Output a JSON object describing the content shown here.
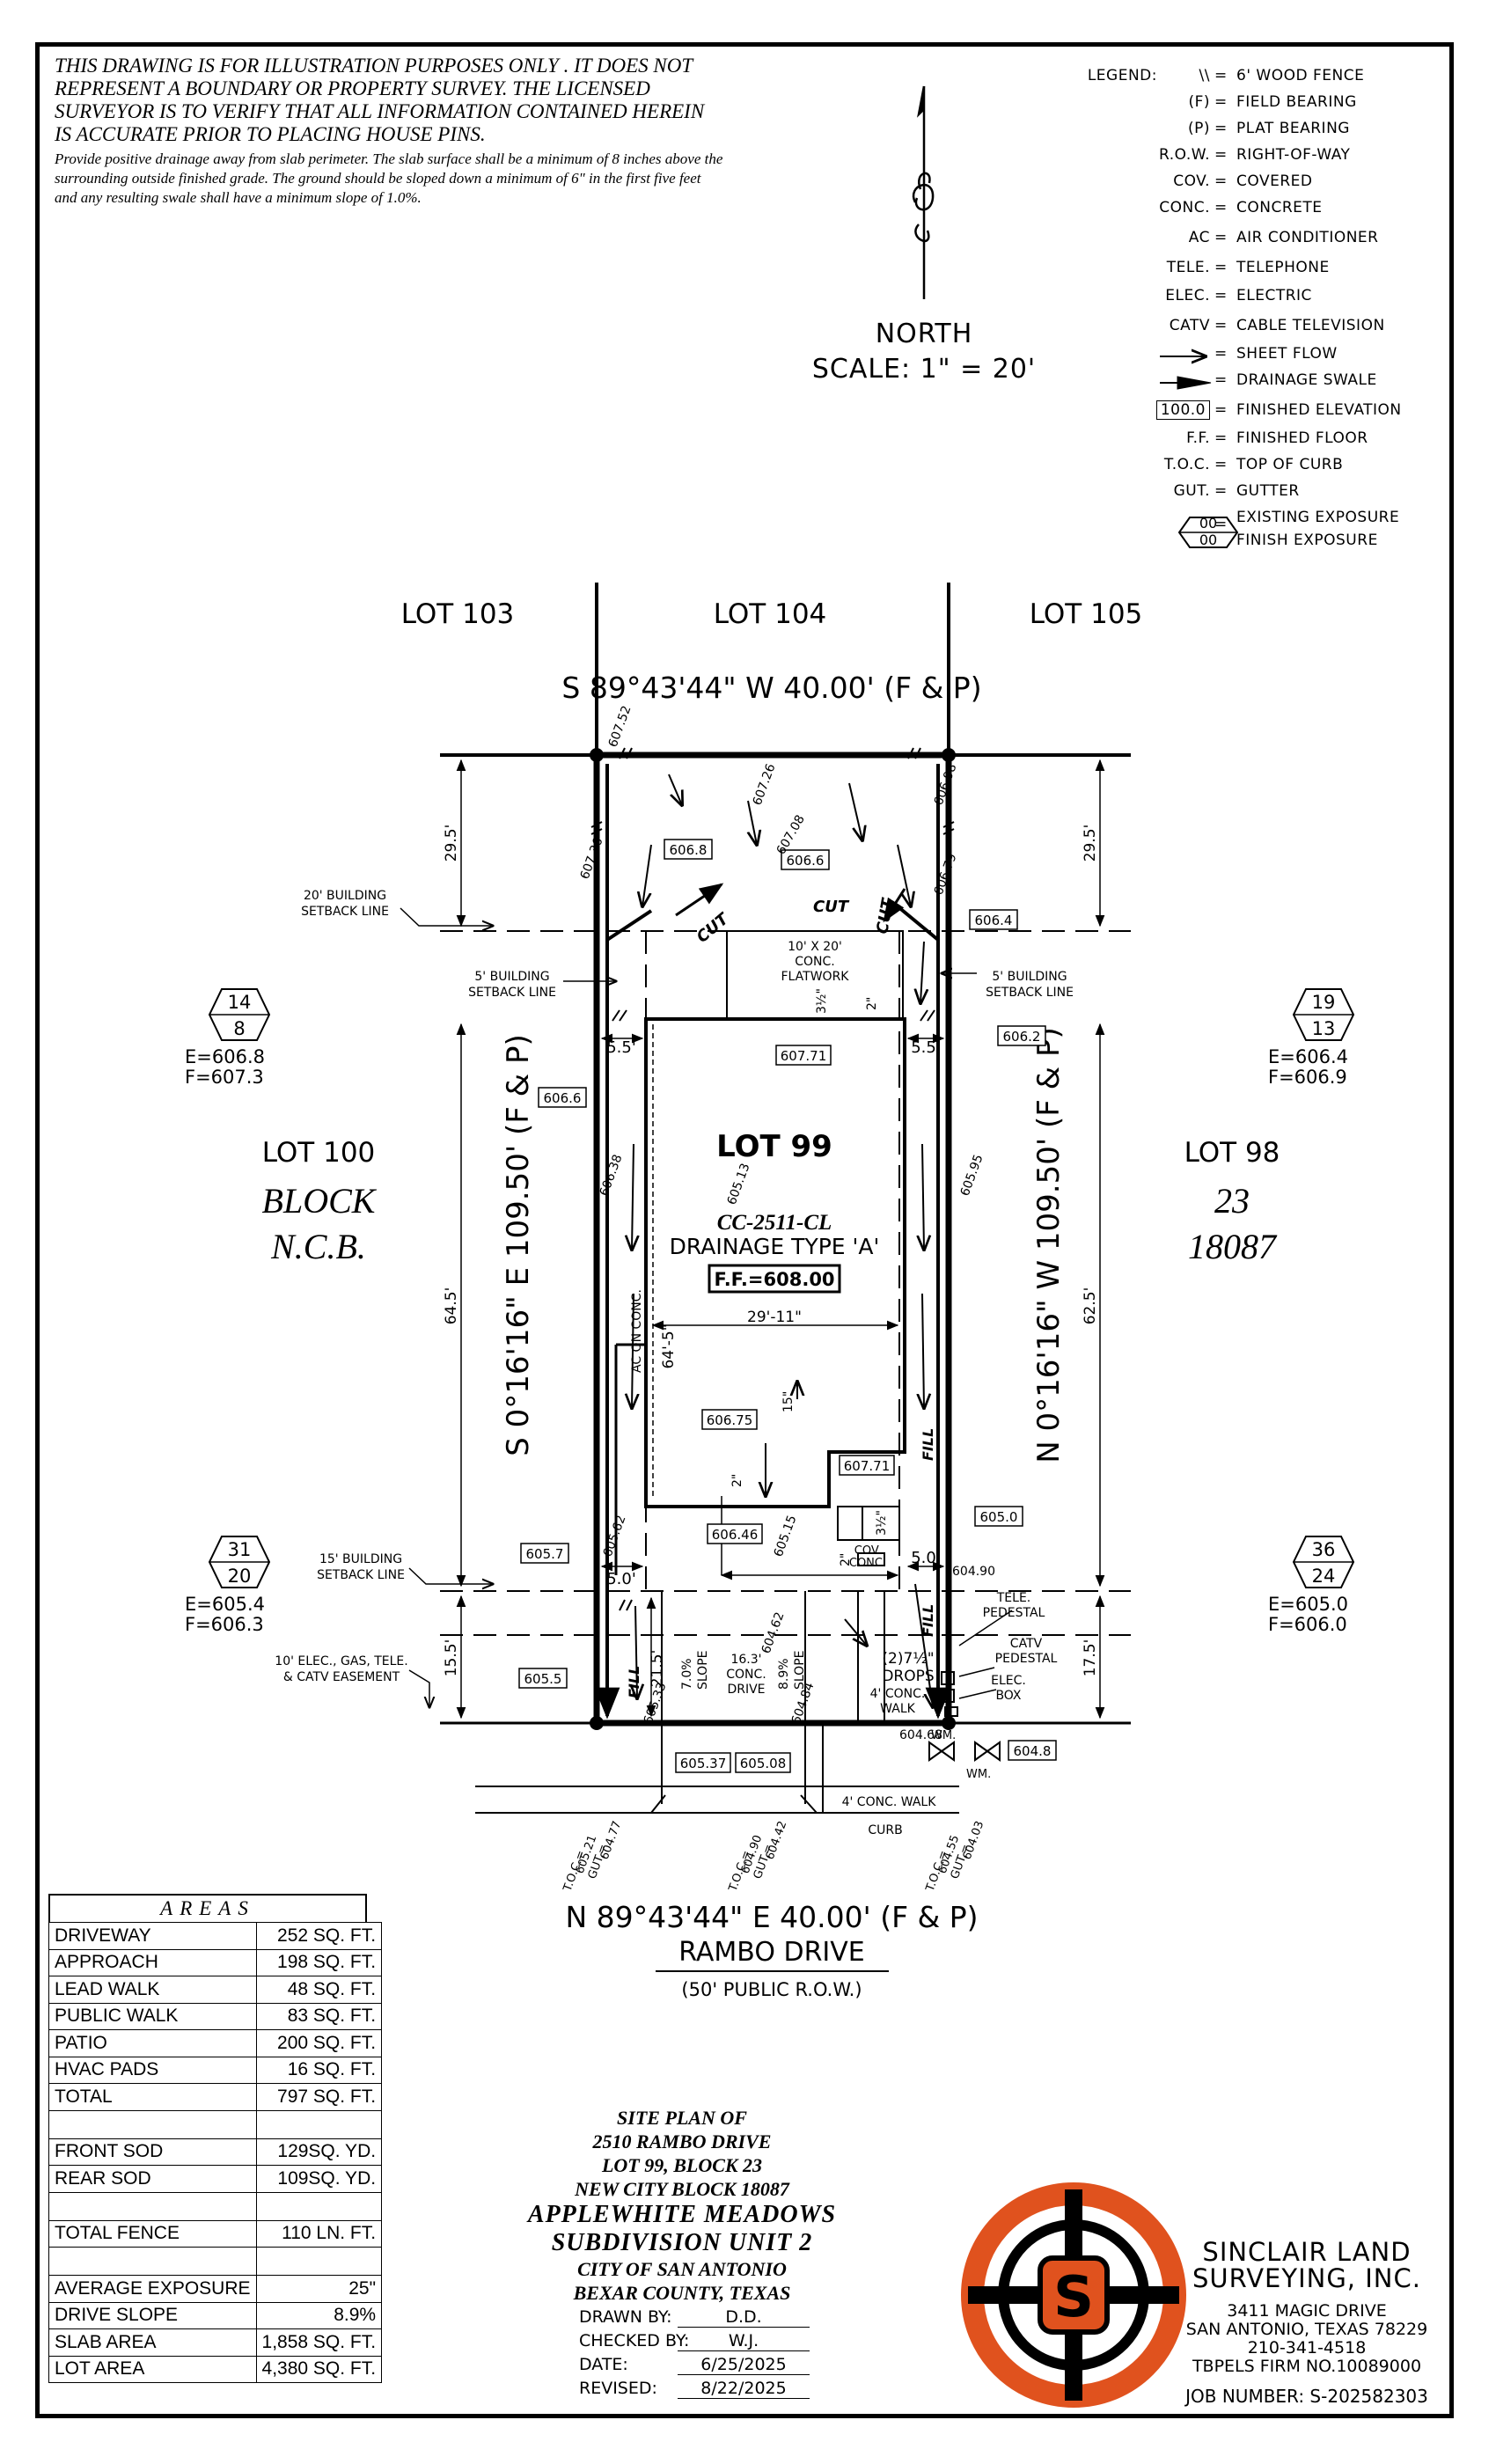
{
  "disclaimer": {
    "caps": "THIS DRAWING IS FOR ILLUSTRATION PURPOSES ONLY . IT DOES NOT REPRESENT A BOUNDARY OR PROPERTY SURVEY. THE LICENSED SURVEYOR IS TO VERIFY THAT ALL INFORMATION CONTAINED HEREIN IS ACCURATE PRIOR TO PLACING HOUSE PINS.",
    "drainage_note": "Provide positive drainage away from slab perimeter. The slab surface shall be a minimum of 8 inches above the surrounding outside finished grade. The ground should be sloped down a minimum of 6\" in the first five feet and any resulting swale shall have a minimum slope of 1.0%."
  },
  "legend": {
    "title": "LEGEND:",
    "items": [
      {
        "symbol": "\\\\",
        "desc": "6' WOOD FENCE"
      },
      {
        "symbol": "(F)",
        "desc": "FIELD BEARING"
      },
      {
        "symbol": "(P)",
        "desc": "PLAT BEARING"
      },
      {
        "symbol": "R.O.W.",
        "desc": "RIGHT-OF-WAY"
      },
      {
        "symbol": "COV.",
        "desc": "COVERED"
      },
      {
        "symbol": "CONC.",
        "desc": "CONCRETE"
      },
      {
        "symbol": "AC",
        "desc": "AIR CONDITIONER"
      },
      {
        "symbol": "TELE.",
        "desc": "TELEPHONE"
      },
      {
        "symbol": "ELEC.",
        "desc": "ELECTRIC"
      },
      {
        "symbol": "CATV",
        "desc": "CABLE TELEVISION"
      },
      {
        "symbol": "",
        "desc": "SHEET FLOW"
      },
      {
        "symbol": "",
        "desc": "DRAINAGE SWALE"
      },
      {
        "symbol": "100.0",
        "desc": "FINISHED ELEVATION"
      },
      {
        "symbol": "F.F.",
        "desc": "FINISHED FLOOR"
      },
      {
        "symbol": "T.O.C.",
        "desc": "TOP OF CURB"
      },
      {
        "symbol": "GUT.",
        "desc": "GUTTER"
      }
    ],
    "exposure_symbol_top": "00",
    "exposure_symbol_bottom": "00",
    "exposure_desc_1": "EXISTING EXPOSURE",
    "exposure_desc_2": "FINISH EXPOSURE"
  },
  "north": {
    "label": "NORTH",
    "scale": "SCALE: 1\" = 20'"
  },
  "plan": {
    "lot_103": "LOT 103",
    "lot_104": "LOT 104",
    "lot_105": "LOT 105",
    "north_bearing": "S 89°43'44\" W 40.00' (F & P)",
    "south_bearing": "N 89°43'44\" E 40.00' (F & P)",
    "west_bearing": "S 0°16'16\" E 109.50' (F & P)",
    "east_bearing": "N 0°16'16\" W 109.50' (F & P)",
    "street_name": "RAMBO DRIVE",
    "row": "(50' PUBLIC R.O.W.)",
    "lot_100": "LOT 100",
    "block": "BLOCK",
    "ncb": "N.C.B.",
    "lot_98": "LOT 98",
    "block_no": "23",
    "ncb_no": "18087",
    "lot_99": "LOT 99",
    "plan_name": "CC-2511-CL",
    "drainage_type": "DRAINAGE TYPE 'A'",
    "ff": "F.F.=608.00",
    "house_width": "29'-11\"",
    "house_depth": "64'-5\"",
    "flatwork_1": "10' X 20'",
    "flatwork_2": "CONC.",
    "flatwork_3": "FLATWORK",
    "rear_setback_1": "20' BUILDING",
    "rear_setback_2": "SETBACK LINE",
    "side_setback_w_1": "5' BUILDING",
    "side_setback_w_2": "SETBACK LINE",
    "side_setback_e_1": "5' BUILDING",
    "side_setback_e_2": "SETBACK LINE",
    "front_setback_1": "15' BUILDING",
    "front_setback_2": "SETBACK LINE",
    "easement_1": "10' ELEC., GAS, TELE.",
    "easement_2": "& CATV EASEMENT",
    "dim_29_5_w": "29.5'",
    "dim_29_5_e": "29.5'",
    "dim_64_5": "64.5'",
    "dim_62_5": "62.5'",
    "dim_15_5": "15.5'",
    "dim_17_5": "17.5'",
    "dim_21_5": "21.5'",
    "dim_5_5_w": "5.5'",
    "dim_5_5_e": "5.5'",
    "dim_5_0_w": "5.0'",
    "dim_5_0_e": "5.0'",
    "w_exposure": {
      "top": "14",
      "bottom": "8",
      "e": "E=606.8",
      "f": "F=607.3"
    },
    "e_exposure": {
      "top": "19",
      "bottom": "13",
      "e": "E=606.4",
      "f": "F=606.9"
    },
    "sw_exposure": {
      "top": "31",
      "bottom": "20",
      "e": "E=605.4",
      "f": "F=606.3"
    },
    "se_exposure": {
      "top": "36",
      "bottom": "24",
      "e": "E=605.0",
      "f": "F=606.0"
    },
    "elev": {
      "e6068": "606.8",
      "e6066": "606.6",
      "e6064": "606.4",
      "e6062": "606.2",
      "e60771": "607.71",
      "e6066w": "606.6",
      "e60675": "606.75",
      "e60646": "606.46",
      "e60771b": "607.71",
      "e6050": "605.0",
      "e6057": "605.7",
      "e6055": "605.5",
      "e60537": "605.37",
      "e60508": "605.08",
      "e6048": "604.8"
    },
    "spot": {
      "s60752": "607.52",
      "s60726": "607.26",
      "s60698": "606.98",
      "s60736": "607.36",
      "s60708": "607.08",
      "s60679": "606.79",
      "s60638": "606.38",
      "s60595": "605.95",
      "s60513a": "605.13",
      "s60562": "605.62",
      "s60515": "605.15",
      "s60490": "604.90",
      "s60462": "604.62",
      "s60484": "604.84",
      "s60468": "604.68",
      "s60533": "605.33"
    },
    "cut": "CUT",
    "fill": "FILL",
    "ac_on_conc": "AC ON CONC.",
    "cov_conc_1": "COV.",
    "cov_conc_2": "CONC.",
    "slope_15": "15\"",
    "slope_2a": "2\"",
    "slope_2b": "2\"",
    "slope_2c": "2\"",
    "riser_a": "3½\"",
    "riser_b": "3½\"",
    "slope_7": "7.0%",
    "slope_word_1": "SLOPE",
    "slope_89": "8.9%",
    "slope_word_2": "SLOPE",
    "drive_1": "16.3'",
    "drive_2": "CONC.",
    "drive_3": "DRIVE",
    "drops_1": "(2)7½\"",
    "drops_2": "DROPS",
    "walk_1": "4' CONC.",
    "walk_2": "WALK",
    "public_walk": "4' CONC. WALK",
    "curb": "CURB",
    "tele_1": "TELE.",
    "tele_2": "PEDESTAL",
    "catv_1": "CATV",
    "catv_2": "PEDESTAL",
    "elec_1": "ELEC.",
    "elec_2": "BOX",
    "wm_1": "WM.",
    "wm_2": "WM.",
    "toc_1": {
      "a": "T.O.C.=",
      "b": "605.21",
      "c": "GUT.=",
      "d": "604.77"
    },
    "toc_2": {
      "a": "T.O.C.=",
      "b": "604.90",
      "c": "GUT.=",
      "d": "604.42"
    },
    "toc_3": {
      "a": "T.O.C.=",
      "b": "604.55",
      "c": "GUT.=",
      "d": "604.03"
    }
  },
  "areas": {
    "title": "AREAS",
    "rows": [
      {
        "label": "DRIVEWAY",
        "value": "252 SQ. FT."
      },
      {
        "label": "APPROACH",
        "value": "198 SQ. FT."
      },
      {
        "label": "LEAD WALK",
        "value": "48 SQ. FT."
      },
      {
        "label": "PUBLIC WALK",
        "value": "83 SQ. FT."
      },
      {
        "label": "PATIO",
        "value": "200 SQ. FT."
      },
      {
        "label": "HVAC PADS",
        "value": "16 SQ. FT."
      },
      {
        "label": "TOTAL",
        "value": "797 SQ. FT."
      },
      {
        "label": "",
        "value": ""
      },
      {
        "label": "FRONT SOD",
        "value": "129SQ. YD."
      },
      {
        "label": "REAR SOD",
        "value": "109SQ. YD."
      },
      {
        "label": "",
        "value": ""
      },
      {
        "label": "TOTAL FENCE",
        "value": "110 LN. FT."
      },
      {
        "label": "",
        "value": ""
      },
      {
        "label": "AVERAGE EXPOSURE",
        "value": "25\""
      },
      {
        "label": "DRIVE SLOPE",
        "value": "8.9%"
      },
      {
        "label": "SLAB AREA",
        "value": "1,858 SQ. FT."
      },
      {
        "label": "LOT AREA",
        "value": "4,380 SQ. FT."
      }
    ]
  },
  "title_block": {
    "l1": "SITE PLAN OF",
    "l2": "2510 RAMBO DRIVE",
    "l3": "LOT 99, BLOCK 23",
    "l4": "NEW CITY BLOCK 18087",
    "l5": "APPLEWHITE MEADOWS",
    "l6": "SUBDIVISION UNIT 2",
    "l7": "CITY OF SAN ANTONIO",
    "l8": "BEXAR COUNTY, TEXAS"
  },
  "signoff": {
    "drawn_label": "DRAWN BY:",
    "drawn": "D.D.",
    "checked_label": "CHECKED BY:",
    "checked": "W.J.",
    "date_label": "DATE:",
    "date": "6/25/2025",
    "revised_label": "REVISED:",
    "revised": "8/22/2025"
  },
  "company": {
    "name_1": "SINCLAIR LAND",
    "name_2": "SURVEYING, INC.",
    "address_1": "3411 MAGIC DRIVE",
    "address_2": "SAN ANTONIO, TEXAS 78229",
    "phone": "210-341-4518",
    "firm": "TBPELS FIRM NO.10089000",
    "job": "JOB NUMBER: S-202582303",
    "logo_letter": "S",
    "logo_colors": {
      "ring": "#e0521e",
      "bar": "#000000",
      "badge": "#e0521e"
    }
  }
}
